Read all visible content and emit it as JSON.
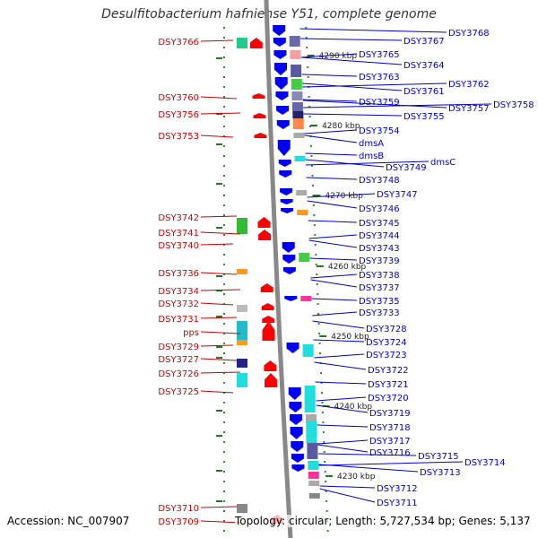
{
  "title": "Desulfitobacterium hafniense Y51, complete genome",
  "footer": {
    "accession": "Accession: NC_007907",
    "summary": "Topology: circular; Length: 5,727,534 bp; Genes: 5,137"
  },
  "colors": {
    "left_label": "#cc0000",
    "right_label": "#0000cc",
    "backbone": "#888888",
    "tick": "#2e8b2e",
    "forward_gene": "#ff0000",
    "reverse_gene": "#0000ee"
  },
  "kbp_ticks": [
    "4290 kbp",
    "4280 kbp",
    "4270 kbp",
    "4260 kbp",
    "4250 kbp",
    "4240 kbp",
    "4230 kbp"
  ],
  "left_labels": [
    "DSY3766",
    "DSY3760",
    "DSY3756",
    "DSY3753",
    "DSY3742",
    "DSY3741",
    "DSY3740",
    "DSY3736",
    "DSY3734",
    "DSY3732",
    "DSY3731",
    "pps",
    "DSY3729",
    "DSY3727",
    "DSY3726",
    "DSY3725",
    "DSY3710",
    "DSY3709"
  ],
  "right_labels": [
    "DSY3768",
    "DSY3767",
    "DSY3765",
    "DSY3764",
    "DSY3763",
    "DSY3762",
    "DSY3761",
    "DSY3759",
    "DSY3758",
    "DSY3757",
    "DSY3755",
    "DSY3754",
    "dmsA",
    "dmsB",
    "dmsC",
    "DSY3749",
    "DSY3748",
    "DSY3747",
    "DSY3746",
    "DSY3745",
    "DSY3744",
    "DSY3743",
    "DSY3739",
    "DSY3738",
    "DSY3737",
    "DSY3735",
    "DSY3733",
    "DSY3728",
    "DSY3724",
    "DSY3723",
    "DSY3722",
    "DSY3721",
    "DSY3720",
    "DSY3719",
    "DSY3718",
    "DSY3717",
    "DSY3716",
    "DSY3715",
    "DSY3714",
    "DSY3713",
    "DSY3712",
    "DSY3711"
  ]
}
